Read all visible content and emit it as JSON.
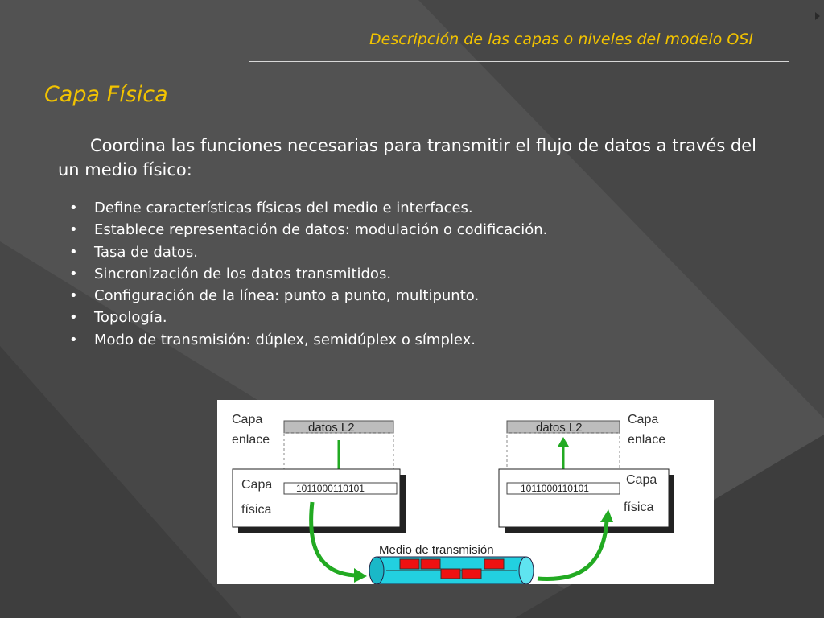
{
  "header": {
    "title": "Descripción de las capas o niveles del modelo OSI"
  },
  "heading": "Capa Física",
  "intro": "Coordina las funciones necesarias para transmitir el flujo de datos a través del un medio físico:",
  "bullet_symbol": "•",
  "bullets": [
    "Define características físicas del medio e interfaces.",
    "Establece representación de datos: modulación o codificación.",
    "Tasa de datos.",
    "Sincronización de los datos transmitidos.",
    "Configuración de la línea: punto a punto, multipunto.",
    "Topología.",
    "Modo de transmisión: dúplex, semidúplex o símplex."
  ],
  "colors": {
    "accent": "#f2c300",
    "arrow_green": "#22aa22",
    "signal_red": "#ee1111",
    "medium_cyan": "#22d0e0"
  },
  "diagram": {
    "left": {
      "link_layer": [
        "Capa",
        "enlace"
      ],
      "physical_layer": [
        "Capa",
        "física"
      ],
      "data_label": "datos L2",
      "bits": "1011000110101"
    },
    "right": {
      "link_layer": [
        "Capa",
        "enlace"
      ],
      "physical_layer": [
        "Capa",
        "física"
      ],
      "data_label": "datos L2",
      "bits": "1011000110101"
    },
    "medium_label": "Medio de transmisión"
  }
}
